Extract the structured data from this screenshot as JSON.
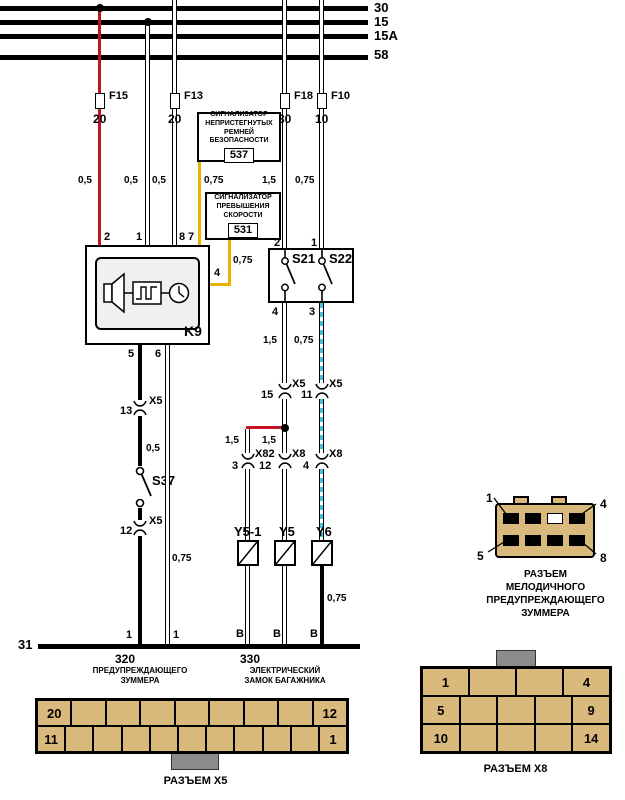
{
  "colors": {
    "red_wire": "#c41220",
    "yellow_wire": "#e8b400",
    "blue_wire": "#45c3dc",
    "connector_tan": "#d9b97c",
    "tab_gray": "#8c8c8c"
  },
  "bus": {
    "top_labels": [
      "30",
      "15",
      "15A",
      "58"
    ]
  },
  "fuses": [
    {
      "name": "F15",
      "rating": "20"
    },
    {
      "name": "F13",
      "rating": "20"
    },
    {
      "name": "F18",
      "rating": "30"
    },
    {
      "name": "F10",
      "rating": "10"
    }
  ],
  "gauges": {
    "g_pin2": "0,5",
    "g_pin1": "0,5",
    "g_pin8": "0,5",
    "g_pin7": "0,75",
    "g_pin4": "0,75",
    "g_f18": "1,5",
    "g_f10": "0,75",
    "g_s21_out": "1,5",
    "g_s22_out": "0,75",
    "g_branch_left": "1,5",
    "g_branch_right": "1,5",
    "g_s37": "0,5",
    "g_pin6": "0,75",
    "g_y6": "0,75"
  },
  "indicator_boxes": {
    "belt": {
      "lines": [
        "СИГНАЛИЗАТОР",
        "НЕПРИСТЕГНУТЫХ",
        "РЕМНЕЙ БЕЗОПАСНОСТИ"
      ],
      "ref": "537"
    },
    "speed": {
      "lines": [
        "СИГНАЛИЗАТОР",
        "ПРЕВЫШЕНИЯ",
        "СКОРОСТИ"
      ],
      "ref": "531"
    }
  },
  "k9": {
    "label": "K9",
    "pins": {
      "p2": "2",
      "p1": "1",
      "p8": "8",
      "p7": "7",
      "p4": "4",
      "p5": "5",
      "p6": "6"
    }
  },
  "switch_block": {
    "s21": "S21",
    "s22": "S22",
    "pins": {
      "top_left": "2",
      "top_right": "1",
      "bottom_left": "4",
      "bottom_right": "3"
    }
  },
  "s37": {
    "label": "S37"
  },
  "inline_connectors": [
    {
      "name": "X5",
      "pin": "13"
    },
    {
      "name": "X5",
      "pin": "12"
    },
    {
      "name": "X5",
      "pin": "15"
    },
    {
      "name": "X5",
      "pin": "11"
    },
    {
      "name": "X82",
      "pin": "3"
    },
    {
      "name": "X8",
      "pin": "12"
    },
    {
      "name": "X8",
      "pin": "4"
    }
  ],
  "solenoids": {
    "y5_1": "Y5-1",
    "y5": "Y5",
    "y6": "Y6"
  },
  "ground_bus": {
    "label": "31",
    "pin_labels": [
      "1",
      "1",
      "В",
      "В",
      "В"
    ],
    "points": [
      {
        "number": "320",
        "lines": [
          "ПРЕДУПРЕЖДАЮЩЕГО",
          "ЗУММЕРА"
        ]
      },
      {
        "number": "330",
        "lines": [
          "ЭЛЕКТРИЧЕСКИЙ",
          "ЗАМОК БАГАЖНИКА"
        ]
      }
    ]
  },
  "x5_connector": {
    "title": "РАЗЪЕМ X5",
    "top_left": "20",
    "top_right": "12",
    "bottom_left": "11",
    "bottom_right": "1"
  },
  "x8_connector": {
    "title": "РАЗЪЕМ X8",
    "row1_left": "1",
    "row1_right": "4",
    "row2_left": "5",
    "row2_right": "9",
    "row3_left": "10",
    "row3_right": "14"
  },
  "buzzer_connector": {
    "pin_top_left": "1",
    "pin_top_right": "4",
    "pin_bottom_left": "5",
    "pin_bottom_right": "8",
    "title_lines": [
      "РАЗЪЕМ",
      "МЕЛОДИЧНОГО",
      "ПРЕДУПРЕЖДАЮЩЕГО",
      "ЗУММЕРА"
    ]
  }
}
